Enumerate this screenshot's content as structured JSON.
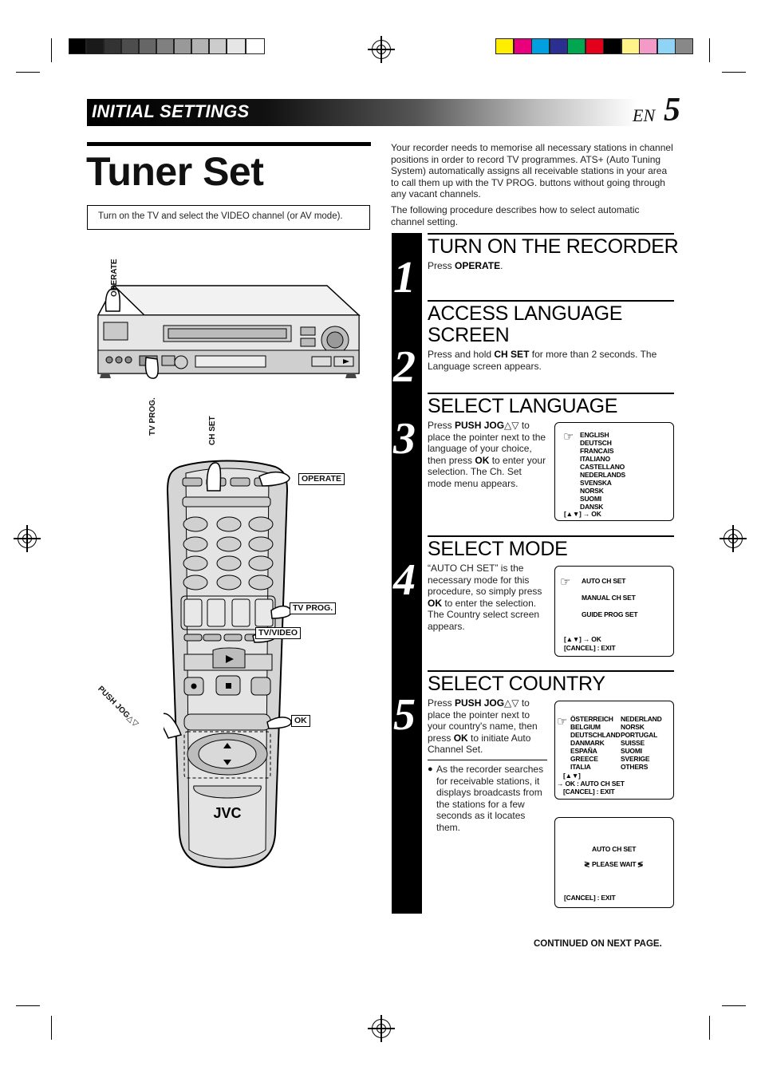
{
  "header": {
    "section_label": "INITIAL SETTINGS",
    "lang_code": "EN",
    "page_number": "5"
  },
  "page_title": "Tuner Set",
  "notice": "Turn on the TV and select the VIDEO channel (or AV mode).",
  "intro": {
    "p1": "Your recorder needs to memorise all necessary stations in channel positions in order to record TV programmes. ATS+ (Auto Tuning System) automatically assigns all receivable stations in your area to call them up with the TV PROG. buttons without going through any vacant channels.",
    "p2": "The following procedure describes how to select automatic channel setting."
  },
  "steps": [
    {
      "number": "1",
      "heading": "TURN ON THE RECORDER",
      "text": "Press OPERATE."
    },
    {
      "number": "2",
      "heading": "ACCESS LANGUAGE SCREEN",
      "text": "Press and hold CH SET for more than 2 seconds. The Language screen appears."
    },
    {
      "number": "3",
      "heading": "SELECT LANGUAGE",
      "text": "Press PUSH JOG△▽ to place the pointer next to the language of your choice, then press OK to enter your selection. The Ch. Set mode menu appears."
    },
    {
      "number": "4",
      "heading": "SELECT MODE",
      "text": "“AUTO CH SET” is the necessary mode for this procedure, so simply press OK to enter the selection. The Country select screen appears."
    },
    {
      "number": "5",
      "heading": "SELECT COUNTRY",
      "text": "Press PUSH JOG△▽ to place the pointer next to your country's name, then press OK to initiate Auto Channel Set.",
      "bullet": "As the recorder searches for receivable stations, it displays broadcasts from the stations for a few seconds as it locates them."
    }
  ],
  "screens": {
    "language": {
      "items": [
        "ENGLISH",
        "DEUTSCH",
        "FRANCAIS",
        "ITALIANO",
        "CASTELLANO",
        "NEDERLANDS",
        "SVENSKA",
        "NORSK",
        "SUOMI",
        "DANSK"
      ],
      "footer": "[▲▼] → OK"
    },
    "mode": {
      "items": [
        "AUTO CH SET",
        "MANUAL CH SET",
        "GUIDE PROG SET"
      ],
      "footer1": "[▲▼] → OK",
      "footer2": "[CANCEL] : EXIT"
    },
    "country": {
      "col1": [
        "ÖSTERREICH",
        "BELGIUM",
        "DEUTSCHLAND",
        "DANMARK",
        "ESPAÑA",
        "GREECE",
        "ITALIA"
      ],
      "col2": [
        "NEDERLAND",
        "NORSK",
        "PORTUGAL",
        "SUISSE",
        "SUOMI",
        "SVERIGE",
        "OTHERS"
      ],
      "footer1": "[▲▼]",
      "footer2": "→ OK : AUTO CH SET",
      "footer3": "[CANCEL] : EXIT"
    },
    "progress": {
      "title": "AUTO CH SET",
      "status": "PLEASE WAIT",
      "footer": "[CANCEL] : EXIT"
    }
  },
  "illustration": {
    "operate_vcr": "OPERATE",
    "tv_prog_vcr": "TV PROG.",
    "ch_set": "CH SET",
    "operate_remote": "OPERATE",
    "tv_prog_remote": "TV PROG.",
    "tv_video": "TV/VIDEO",
    "push_jog": "PUSH JOG△▽",
    "ok": "OK",
    "brand": "JVC"
  },
  "continued": "CONTINUED ON NEXT PAGE.",
  "colors": {
    "swatches": [
      "#ffee00",
      "#e8007c",
      "#00a0e0",
      "#2b2f8f",
      "#00a650",
      "#e2001a",
      "#000000",
      "#fff38a",
      "#f49ac9",
      "#8fd3f5",
      "#888888"
    ]
  }
}
